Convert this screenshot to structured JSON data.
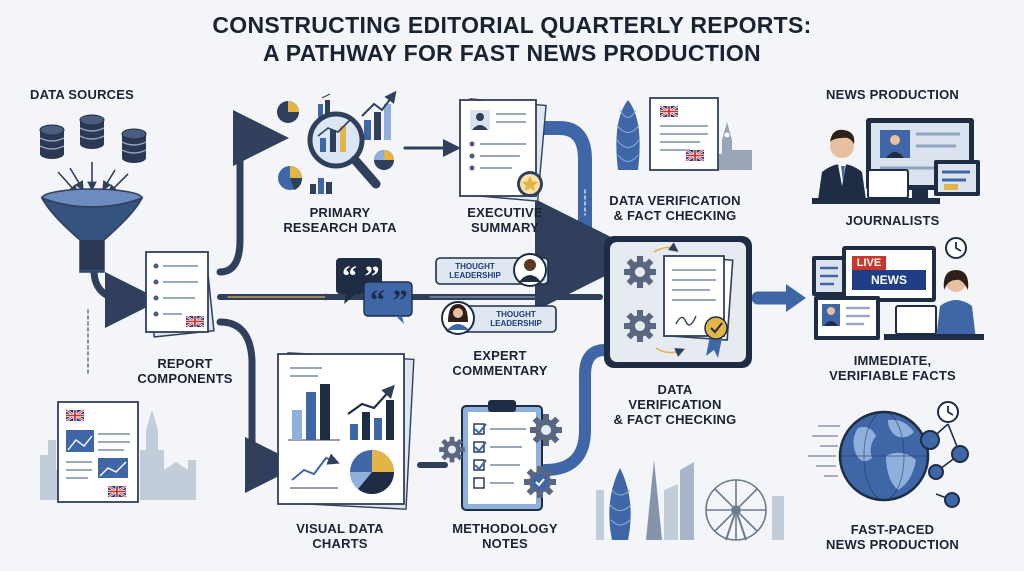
{
  "title": {
    "line1": "CONSTRUCTING EDITORIAL QUARTERLY REPORTS:",
    "line2": "A PATHWAY FOR FAST NEWS PRODUCTION"
  },
  "labels": {
    "data_sources": "DATA SOURCES",
    "report_components": [
      "REPORT",
      "COMPONENTS"
    ],
    "primary_research": [
      "PRIMARY",
      "RESEARCH DATA"
    ],
    "executive_summary": [
      "EXECUTIVE",
      "SUMMARY"
    ],
    "verification_top": [
      "DATA VERIFICATION",
      "& FACT CHECKING"
    ],
    "verification_bottom": [
      "DATA",
      "VERIFICATION",
      "& FACT CHECKING"
    ],
    "expert_commentary": [
      "EXPERT",
      "COMMENTARY"
    ],
    "visual_charts": [
      "VISUAL DATA",
      "CHARTS"
    ],
    "methodology_notes": [
      "METHODOLOGY",
      "NOTES"
    ],
    "news_production": "NEWS PRODUCTION",
    "journalists": "JOURNALISTS",
    "immediate_facts": [
      "IMMEDIATE,",
      "VERIFIABLE FACTS"
    ],
    "fast_paced": [
      "FAST-PACED",
      "NEWS PRODUCTION"
    ]
  },
  "tags": {
    "thought_leadership_1": [
      "THOUGHT",
      "LEADERSHIP"
    ],
    "thought_leadership_2": [
      "THOUGHT",
      "LEADERSHIP"
    ],
    "live_news": [
      "LIVE",
      "NEWS"
    ]
  },
  "colors": {
    "navy": "#1f2d44",
    "blue": "#3f67a8",
    "light_blue": "#8fb0dc",
    "flow_arrow": "#2f3f5c",
    "gold": "#e3b446",
    "red": "#c8372d"
  },
  "icons": [
    "database-icon",
    "funnel-icon",
    "document-icon",
    "magnifier-icon",
    "bar-chart-icon",
    "pie-chart-icon",
    "speech-bubble-icon",
    "avatar-icon",
    "gear-icon",
    "checklist-icon",
    "skyline-icon",
    "monitor-icon",
    "globe-icon",
    "clock-icon",
    "uk-flag-icon",
    "ribbon-seal-icon"
  ]
}
